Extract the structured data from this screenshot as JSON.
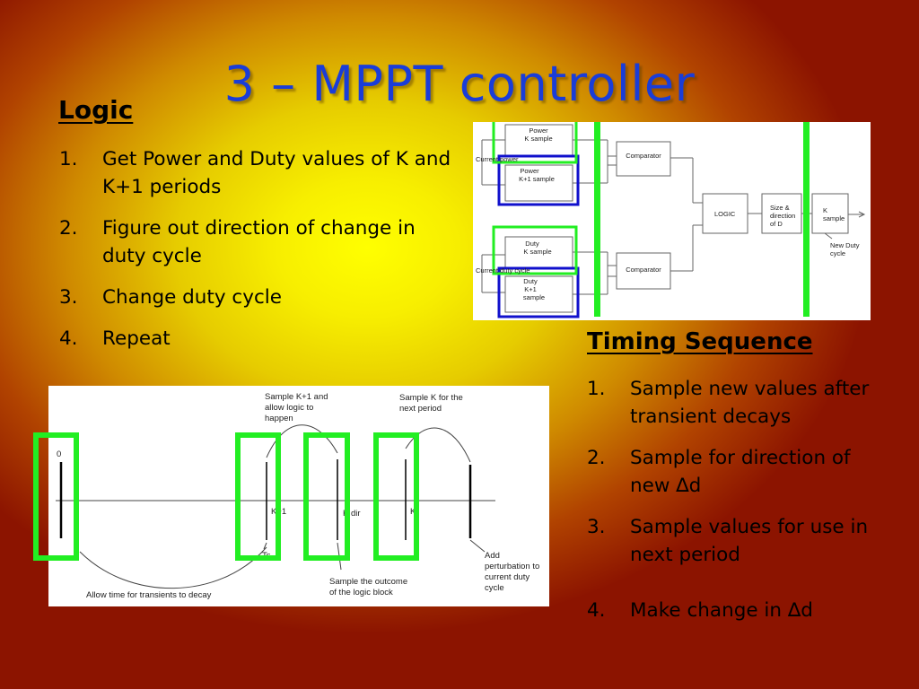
{
  "slide": {
    "title": "3 – MPPT controller",
    "logic": {
      "heading": "Logic",
      "items": [
        {
          "num": "1.",
          "text": "Get Power and Duty values of K and K+1 periods"
        },
        {
          "num": "2.",
          "text": "Figure out direction of change in duty cycle"
        },
        {
          "num": "3.",
          "text": "Change duty cycle"
        },
        {
          "num": "4.",
          "text": "Repeat"
        }
      ]
    },
    "timing": {
      "heading": "Timing Sequence",
      "items": [
        {
          "num": "1.",
          "text": "Sample new values after transient decays"
        },
        {
          "num": "2.",
          "text": "Sample for direction of new ∆d"
        },
        {
          "num": "3.",
          "text": "Sample values for use in next period"
        },
        {
          "num": "4.",
          "text": "Make change in ∆d"
        }
      ]
    }
  },
  "block_diagram": {
    "power_k": [
      "Power",
      "K sample"
    ],
    "power_k1": [
      "Power",
      "K+1 sample"
    ],
    "current_power": "Current power",
    "duty_k": [
      "Duty",
      "K sample"
    ],
    "duty_k1": [
      "Duty",
      "K+1",
      "sample"
    ],
    "current_duty": "Current duty cycle",
    "comparator_top": "Comparator",
    "comparator_bottom": "Comparator",
    "logic": "LOGIC",
    "size_dir": [
      "Size &",
      "direction",
      "of D"
    ],
    "k_sample": [
      "K",
      "sample"
    ],
    "new_duty": [
      "New Duty",
      "cycle"
    ]
  },
  "timing_diagram": {
    "zero": "0",
    "k1": "K+1",
    "kdir": "K dir",
    "k": "K",
    "ts": "Ts",
    "ann_sample_k1": [
      "Sample K+1 and",
      "allow logic to",
      "happen"
    ],
    "ann_sample_k": [
      "Sample K for the",
      "next period"
    ],
    "ann_allow": "Allow time for transients to decay",
    "ann_outcome": [
      "Sample the outcome",
      "of the logic block"
    ],
    "ann_add": [
      "Add",
      "perturbation to",
      "current duty",
      "cycle"
    ]
  },
  "colors": {
    "title": "#1a3dd8",
    "highlight_green": "#22ee22",
    "highlight_blue": "#1010cc"
  }
}
